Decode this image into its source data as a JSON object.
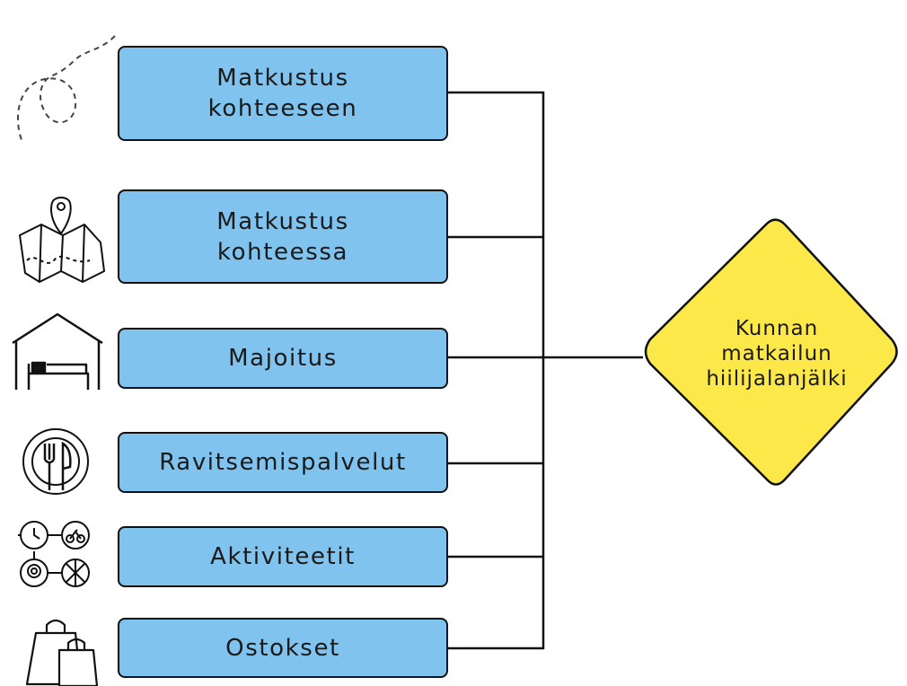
{
  "boxes": {
    "travel_to_destination": "Matkustus\nkohteeseen",
    "travel_at_destination": "Matkustus\nkohteessa",
    "accommodation": "Majoitus",
    "food_services": "Ravitsemispalvelut",
    "activities": "Aktiviteetit",
    "shopping": "Ostokset"
  },
  "result": {
    "label": "Kunnan\nmatkailun\nhiilijalanjälki"
  },
  "colors": {
    "box_fill": "#7fc3ee",
    "diamond_fill": "#fde84a",
    "line": "#111111"
  },
  "icons": [
    "airplane-path-icon",
    "map-pin-icon",
    "bed-shelter-icon",
    "plate-cutlery-icon",
    "activities-icon",
    "shopping-bags-icon"
  ]
}
